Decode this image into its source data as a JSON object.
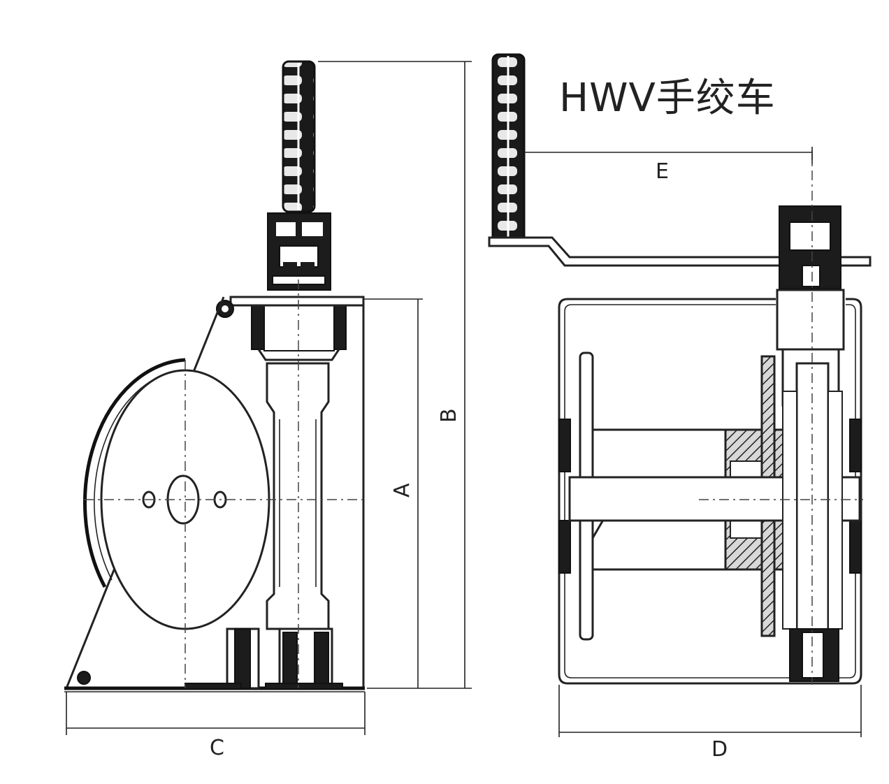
{
  "title": "HWV手绞车",
  "dimensions": {
    "a": "A",
    "b": "B",
    "c": "C",
    "d": "D",
    "e": "E"
  },
  "colors": {
    "line": "#222222",
    "fill_dark": "#1c1c1c",
    "hatch": "#b8b8b8",
    "background": "#ffffff"
  }
}
